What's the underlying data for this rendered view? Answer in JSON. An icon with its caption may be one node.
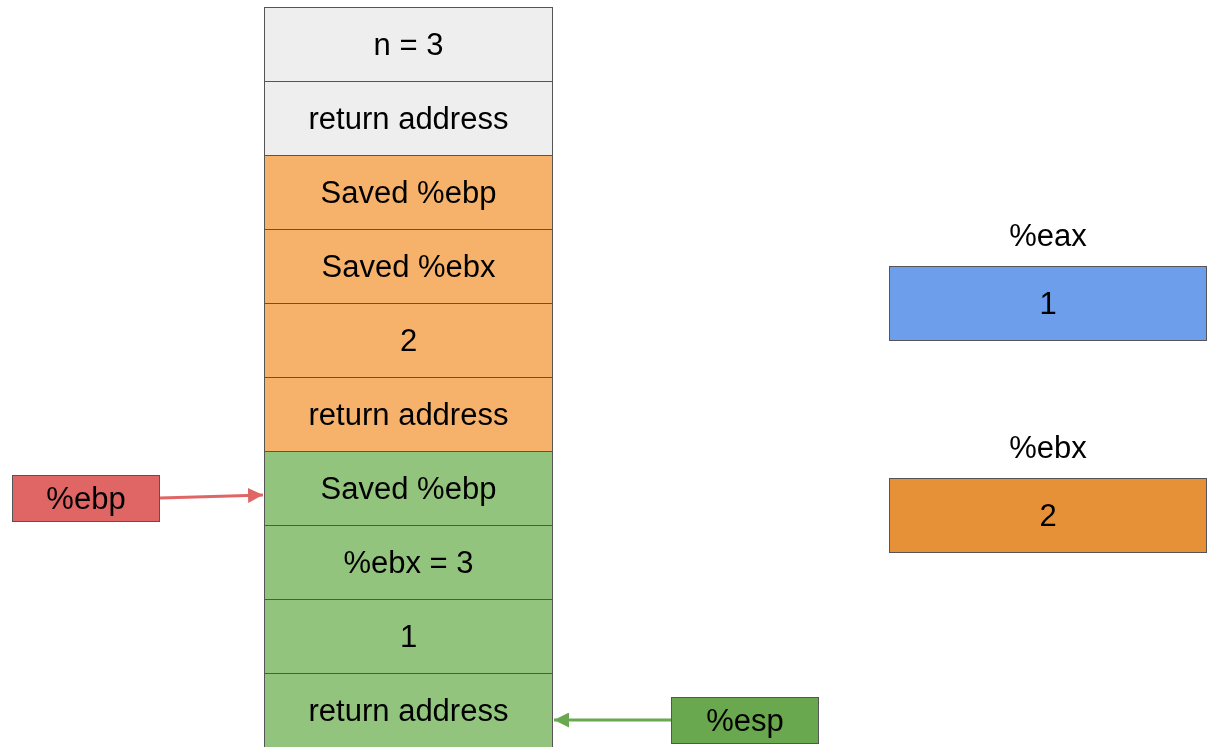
{
  "diagram": {
    "nodes": [
      {
        "text": [
          "n = 3"
        ]
      },
      {
        "text": [
          "return address"
        ]
      },
      {
        "text": [
          "Saved %ebp"
        ]
      },
      {
        "text": [
          "Saved %ebx"
        ]
      },
      {
        "text": [
          "2"
        ]
      },
      {
        "text": [
          "return address"
        ]
      },
      {
        "text": [
          "Saved %ebp"
        ]
      },
      {
        "text": [
          "%ebx = 3"
        ]
      },
      {
        "text": [
          "1"
        ]
      },
      {
        "text": [
          "return address"
        ]
      },
      {
        "text": [
          "%eax",
          "1"
        ]
      },
      {
        "text": [
          "%ebx",
          "2"
        ]
      },
      {
        "text": [
          "%ebp"
        ]
      },
      {
        "text": [
          "%esp"
        ]
      }
    ],
    "edges": [
      {
        "from": 12,
        "to": 6,
        "arrow": "to",
        "color": "#e06666"
      },
      {
        "from": 13,
        "to": 9,
        "arrow": "to",
        "color": "#6aa84f"
      }
    ]
  }
}
